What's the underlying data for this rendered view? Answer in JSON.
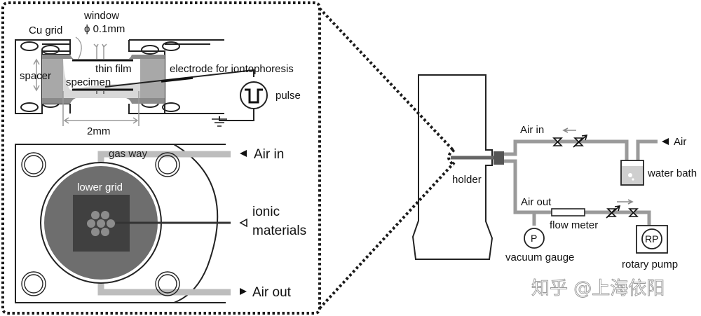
{
  "figure": {
    "inset_top": {
      "labels": {
        "window": "window",
        "window_size": "ϕ 0.1mm",
        "cu_grid": "Cu grid",
        "spacer": "spacer",
        "thin_film": "thin film",
        "specimen": "specimen",
        "electrode": "electrode for iontophoresis",
        "pulse": "pulse",
        "dimension": "2mm"
      }
    },
    "inset_bottom": {
      "labels": {
        "gas_way": "gas way",
        "lower_grid": "lower grid",
        "air_in": "Air in",
        "ionic_line1": "ionic",
        "ionic_line2": "materials",
        "air_out": "Air out"
      }
    },
    "system": {
      "labels": {
        "holder": "holder",
        "air_in": "Air in",
        "air_source": "Air",
        "water_bath": "water bath",
        "air_out": "Air out",
        "flow_meter": "flow meter",
        "vacuum_gauge": "vacuum gauge",
        "gauge_symbol": "P",
        "rotary_pump": "rotary pump",
        "pump_symbol": "RP"
      }
    },
    "watermark": "知乎 @上海依阳"
  },
  "colors": {
    "line": "#222222",
    "pipe": "#9a9a9a",
    "gas_way": "#bdbdbd",
    "grid_disc": "#6e6e6e",
    "grid_square": "#404040",
    "spacer_fill": "#8a8a8a",
    "water": "#cfcfcf"
  }
}
